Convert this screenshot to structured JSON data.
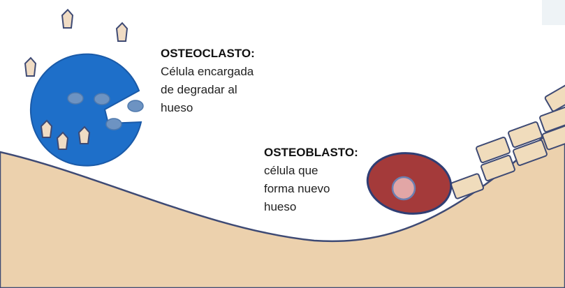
{
  "osteoclast": {
    "title": "OSTEOCLASTO:",
    "lines": [
      "Célula encargada",
      "de degradar al",
      "hueso"
    ]
  },
  "osteoblast": {
    "title": "OSTEOBLASTO:",
    "lines": [
      "célula que",
      "forma nuevo",
      "hueso"
    ]
  },
  "colors": {
    "bone": "#ecd1ad",
    "bone_outline": "#3e4a74",
    "osteoclast": "#1e6fc9",
    "osteoclast_nuclei": "#6d93c2",
    "osteoblast": "#a43a3a",
    "osteoblast_nucleus": "#e2a6a6",
    "fragment": "#f0dcc4",
    "new_bone_block": "#f0dcbc"
  }
}
